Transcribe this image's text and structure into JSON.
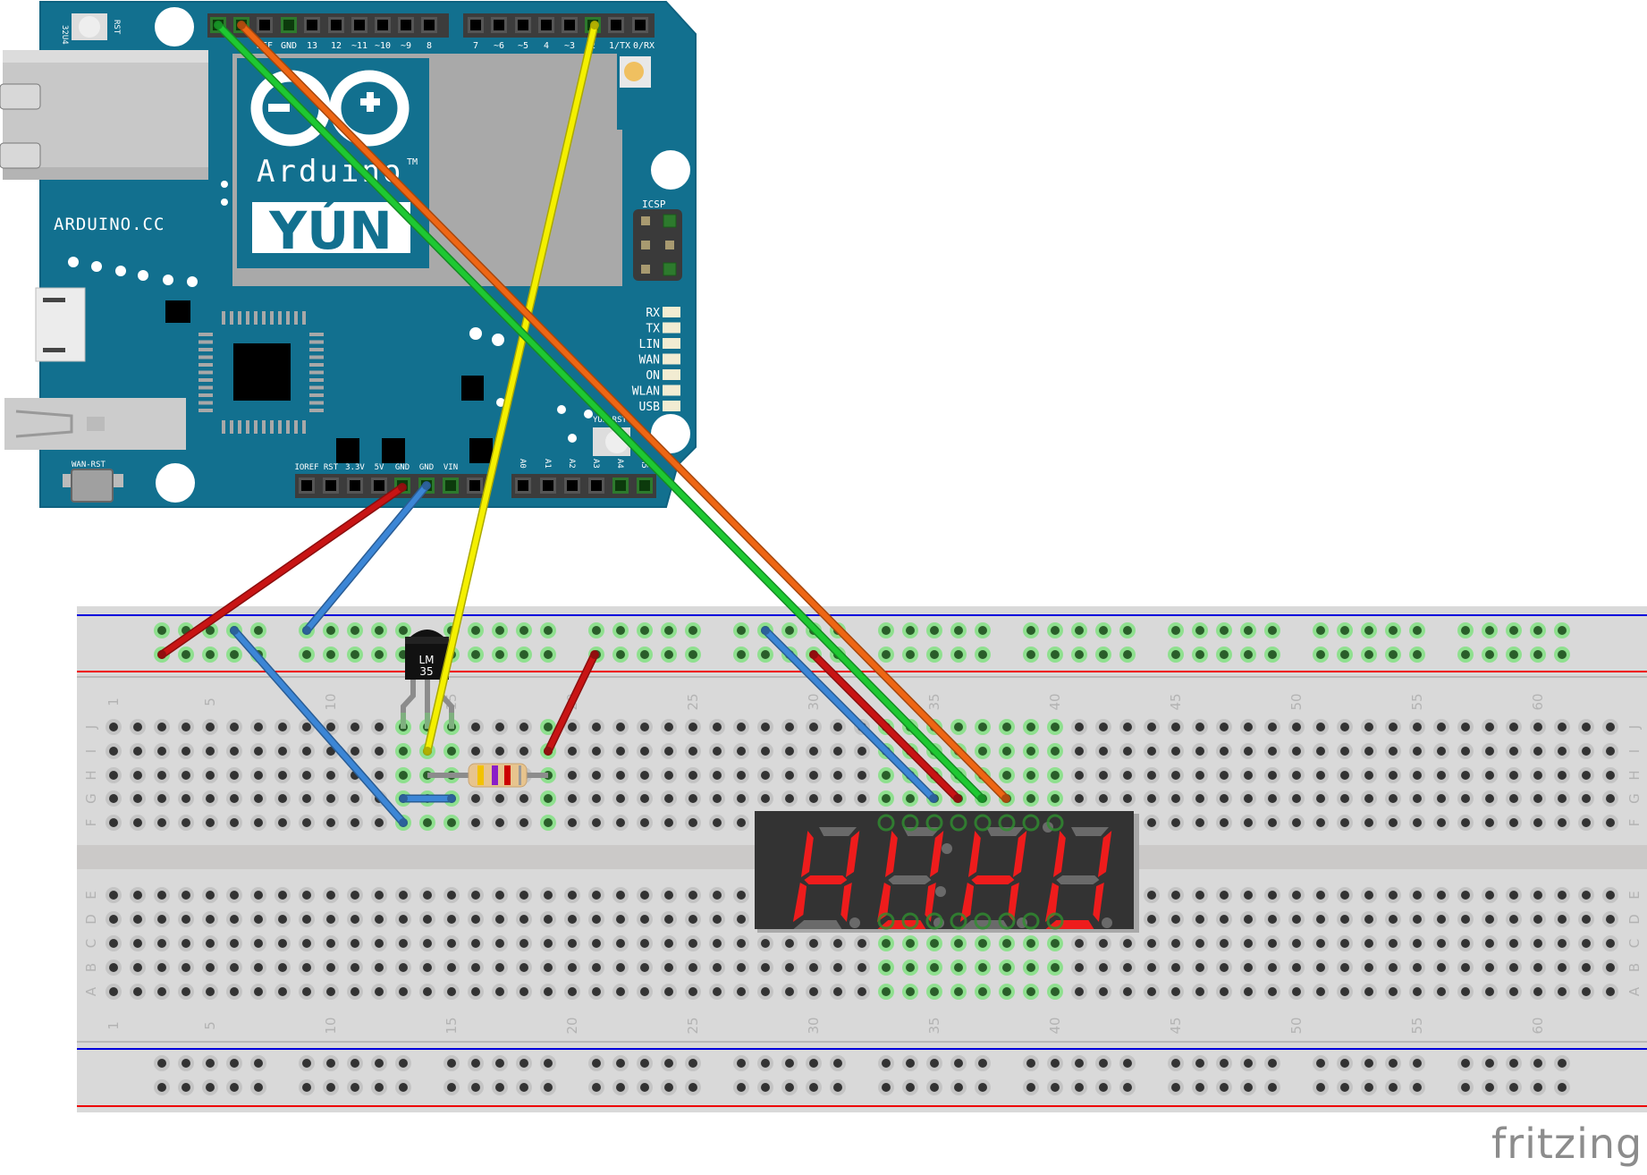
{
  "app": {
    "watermark": "fritzing"
  },
  "arduino": {
    "brand_url": "ARDUINO.CC",
    "logo_text": "Arduino",
    "trademark": "TM",
    "model": "YÚN",
    "button_32u4_label": "32U4",
    "button_rst_label": "RST",
    "wan_rst_label": "WAN-RST",
    "yun_rst_label": "YUN-RST",
    "icsp_label": "ICSP",
    "top_header_left_labels": [
      "",
      "",
      "REF",
      "GND",
      "13",
      "12",
      "~11",
      "~10",
      "~9",
      "8"
    ],
    "top_header_right_labels": [
      "7",
      "~6",
      "~5",
      "4",
      "~3",
      "2",
      "1/TX",
      "0/RX"
    ],
    "power_header_labels": [
      "IOREF",
      "RST",
      "3.3V",
      "5V",
      "GND",
      "GND",
      "VIN",
      ""
    ],
    "analog_header_labels": [
      "A0",
      "A1",
      "A2",
      "A3",
      "A4",
      "A5"
    ],
    "leds": [
      "RX",
      "TX",
      "LIN",
      "WAN",
      "ON",
      "WLAN",
      "USB"
    ],
    "board_color": "#12708f"
  },
  "breadboard": {
    "columns": 63,
    "row_labels_top": [
      "J",
      "I",
      "H",
      "G",
      "F"
    ],
    "row_labels_bottom": [
      "E",
      "D",
      "C",
      "B",
      "A"
    ],
    "column_number_labels": [
      "1",
      "5",
      "10",
      "15",
      "20",
      "25",
      "30",
      "35",
      "40",
      "45",
      "50",
      "55",
      "60"
    ],
    "rail_colors": {
      "negative": "#0000dd",
      "positive": "#ee0000"
    }
  },
  "components": {
    "sensor": {
      "label_line1": "LM",
      "label_line2": "35",
      "part": "LM35 temperature sensor"
    },
    "resistor": {
      "bands": [
        "#f2c200",
        "#8a1ec8",
        "#cc0000"
      ],
      "body_color": "#e7c48e"
    },
    "display": {
      "digits": [
        "H",
        "U",
        "H",
        "U"
      ],
      "segment_on": "#ee1c1c",
      "segment_off": "#6a6a6a",
      "type": "4-digit 7-segment"
    }
  },
  "wires": [
    {
      "name": "wire-5v",
      "color": "#c81414",
      "from": "Arduino 5V",
      "to": "top rail +"
    },
    {
      "name": "wire-gnd",
      "color": "#3c86d6",
      "from": "Arduino GND",
      "to": "top rail -"
    },
    {
      "name": "wire-signal",
      "color": "#f4f000",
      "from": "Arduino D2",
      "to": "LM35 Vout (col 14 row I)"
    },
    {
      "name": "wire-green",
      "color": "#1ec832",
      "from": "Arduino top header pin 1",
      "to": "col 37 row G"
    },
    {
      "name": "wire-orange",
      "color": "#ee6614",
      "from": "Arduino top header pin 2",
      "to": "col 38 row G"
    },
    {
      "name": "wire-gnd-rail",
      "color": "#3c86d6",
      "from": "top rail -",
      "to": "col 13 row F"
    },
    {
      "name": "wire-jumper",
      "color": "#3c86d6",
      "from": "col 13 row G",
      "to": "col 15 row G"
    },
    {
      "name": "wire-rail-res",
      "color": "#c81414",
      "from": "top rail +",
      "to": "col 19 row I"
    },
    {
      "name": "wire-disp-blue",
      "color": "#3c86d6",
      "from": "top rail -",
      "to": "col 35 row G"
    },
    {
      "name": "wire-disp-red",
      "color": "#c81414",
      "from": "top rail +",
      "to": "col 36 row G"
    }
  ]
}
